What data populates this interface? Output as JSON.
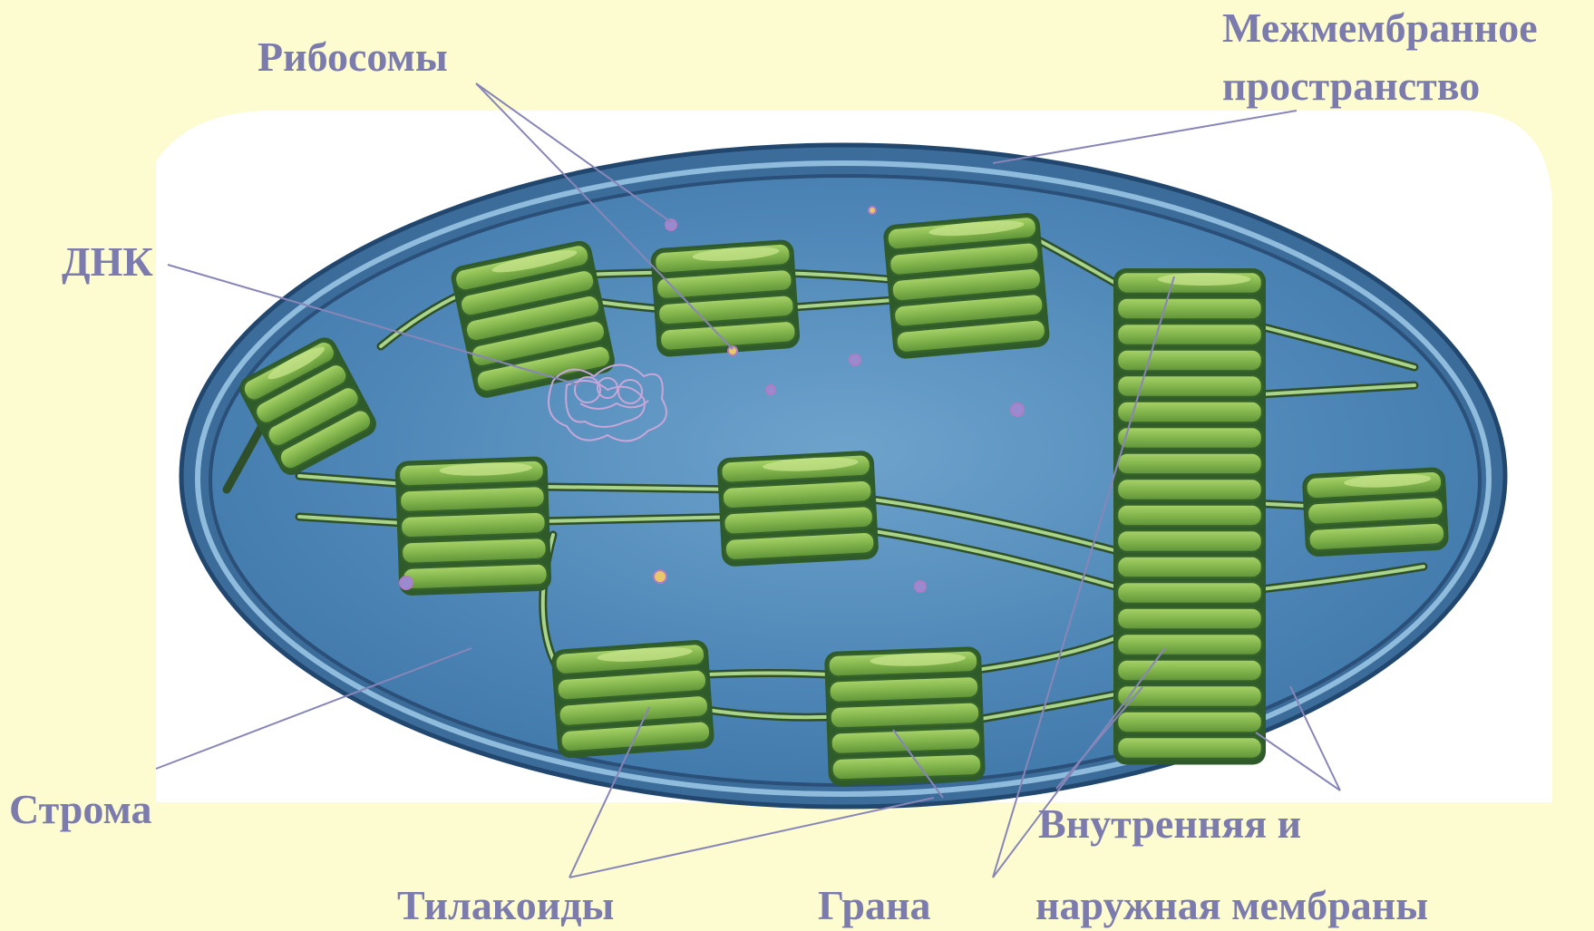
{
  "colors": {
    "background": "#fdfbd0",
    "panel": "#ffffff",
    "label_text": "#7c7bae",
    "leader_line": "#8886b8",
    "stroma": "#4f88b8",
    "membrane": "#2a4f78",
    "granum": "#7fb24a",
    "granum_edge": "#35612a",
    "dna": "#b89ac8"
  },
  "labels": {
    "ribosomes": "Рибосомы",
    "intermembrane_line1": "Межмембранное",
    "intermembrane_line2": "пространство",
    "dna": "ДНК",
    "stroma": "Строма",
    "thylakoids": "Тилакоиды",
    "granum": "Грана",
    "membranes_line1": "Внутренняя и",
    "membranes_line2": "наружная мембраны"
  }
}
